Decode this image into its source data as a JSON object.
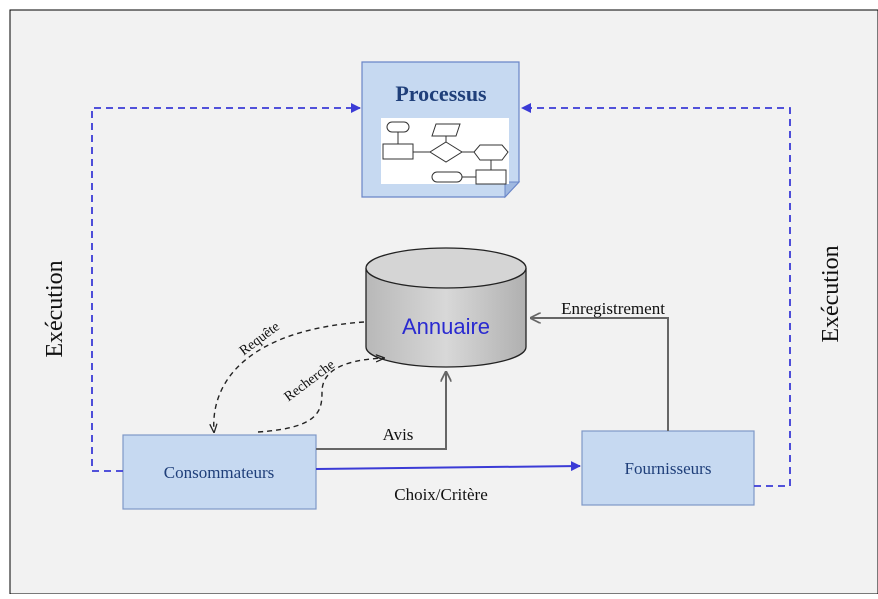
{
  "diagram": {
    "process_box": {
      "title": "Processus"
    },
    "directory": {
      "label": "Annuaire"
    },
    "consumers": {
      "label": "Consommateurs"
    },
    "suppliers": {
      "label": "Fournisseurs"
    },
    "labels": {
      "execution_left": "Exécution",
      "execution_right": "Exécution",
      "registration": "Enregistrement",
      "review": "Avis",
      "choice": "Choix/Critère",
      "request": "Requête",
      "search": "Recherche"
    }
  },
  "colors": {
    "panel_bg": "#f2f2f2",
    "box_fill": "#c6d9f1",
    "box_stroke": "#4a6fa5",
    "dashed_blue": "#3b3bd6",
    "arrow_gray": "#666666",
    "title_blue": "#1f3f7a",
    "directory_text": "#2a2ad0"
  }
}
